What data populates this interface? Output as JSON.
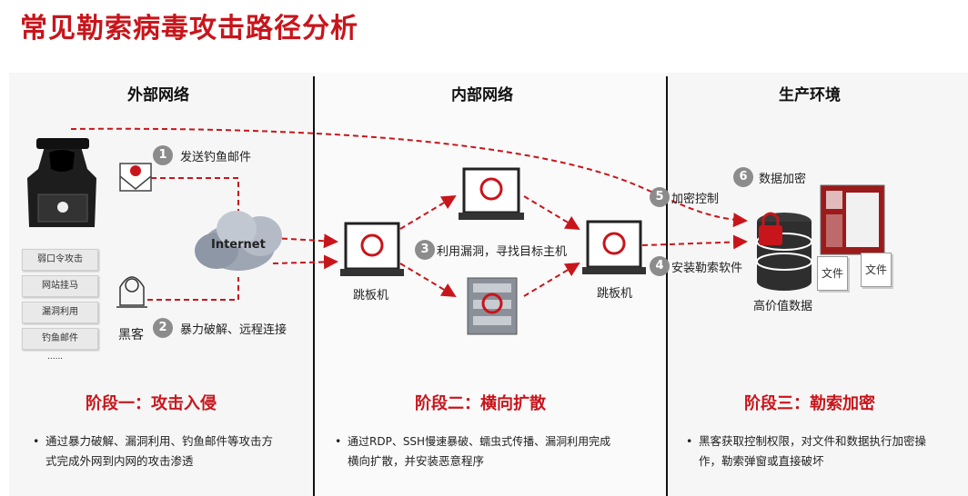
{
  "title": "常见勒索病毒攻击路径分析",
  "columns": {
    "external": "外部网络",
    "internal": "内部网络",
    "production": "生产环境"
  },
  "side_list": [
    "弱口令攻击",
    "网站挂马",
    "漏洞利用",
    "钓鱼邮件",
    "......"
  ],
  "labels": {
    "internet": "Internet",
    "hacker": "黑客",
    "jump_left": "跳板机",
    "jump_right": "跳板机",
    "high_value": "高价值数据",
    "file1": "文件",
    "file2": "文件"
  },
  "steps": [
    {
      "num": "1",
      "text": "发送钓鱼邮件"
    },
    {
      "num": "2",
      "text": "暴力破解、远程连接"
    },
    {
      "num": "3",
      "text": "利用漏洞，寻找目标主机"
    },
    {
      "num": "4",
      "text": "安装勒索软件"
    },
    {
      "num": "5",
      "text": "加密控制"
    },
    {
      "num": "6",
      "text": "数据加密"
    }
  ],
  "stages": [
    {
      "title": "阶段一：攻击入侵",
      "desc_line1": "通过暴力破解、漏洞利用、钓鱼邮件等攻击方",
      "desc_line2": "式完成外网到内网的攻击渗透"
    },
    {
      "title": "阶段二：横向扩散",
      "desc_line1": "通过RDP、SSH慢速暴破、蠕虫式传播、漏洞利用完成",
      "desc_line2": "横向扩散，并安装恶意程序"
    },
    {
      "title": "阶段三：勒索加密",
      "desc_line1": "黑客获取控制权限，对文件和数据执行加密操",
      "desc_line2": "作，勒索弹窗或直接破坏"
    }
  ],
  "colors": {
    "accent": "#c8151b",
    "badge": "#8c8c8c",
    "panel": "#f6f6f6"
  }
}
